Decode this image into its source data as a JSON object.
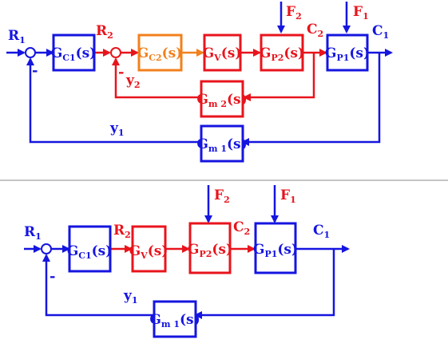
{
  "colors": {
    "blue": "#1515e0",
    "red": "#e8141c",
    "orange": "#f2801c"
  },
  "top": {
    "signals": {
      "R1": {
        "main": "R",
        "sub": "1"
      },
      "R2": {
        "main": "R",
        "sub": "2"
      },
      "C1": {
        "main": "C",
        "sub": "1"
      },
      "C2": {
        "main": "C",
        "sub": "2"
      },
      "F1": {
        "main": "F",
        "sub": "1"
      },
      "F2": {
        "main": "F",
        "sub": "2"
      },
      "y1": {
        "main": "y",
        "sub": "1"
      },
      "y2": {
        "main": "y",
        "sub": "2"
      }
    },
    "minus": "-",
    "blocks": {
      "Gc1": {
        "main": "G",
        "sub": "C1",
        "tail": "(s)"
      },
      "Gc2": {
        "main": "G",
        "sub": "C2",
        "tail": "(s)"
      },
      "Gv": {
        "main": "G",
        "sub": "V",
        "tail": "(s)"
      },
      "Gp2": {
        "main": "G",
        "sub": "P2",
        "tail": "(s)"
      },
      "Gp1": {
        "main": "G",
        "sub": "P1",
        "tail": "(s)"
      },
      "Gm2": {
        "main": "G",
        "sub": "m 2",
        "tail": "(s)"
      },
      "Gm1": {
        "main": "G",
        "sub": "m 1",
        "tail": "(s)"
      }
    }
  },
  "bottom": {
    "signals": {
      "R1": {
        "main": "R",
        "sub": "1"
      },
      "R2": {
        "main": "R",
        "sub": "2"
      },
      "C1": {
        "main": "C",
        "sub": "1"
      },
      "C2": {
        "main": "C",
        "sub": "2"
      },
      "F1": {
        "main": "F",
        "sub": "1"
      },
      "F2": {
        "main": "F",
        "sub": "2"
      },
      "y1": {
        "main": "y",
        "sub": "1"
      }
    },
    "minus": "-",
    "blocks": {
      "Gc1": {
        "main": "G",
        "sub": "C1",
        "tail": "(s)"
      },
      "Gv": {
        "main": "G",
        "sub": "V",
        "tail": "(s)"
      },
      "Gp2": {
        "main": "G",
        "sub": "P2",
        "tail": "(s)"
      },
      "Gp1": {
        "main": "G",
        "sub": "P1",
        "tail": "(s)"
      },
      "Gm1": {
        "main": "G",
        "sub": "m 1",
        "tail": "(s)"
      }
    }
  }
}
